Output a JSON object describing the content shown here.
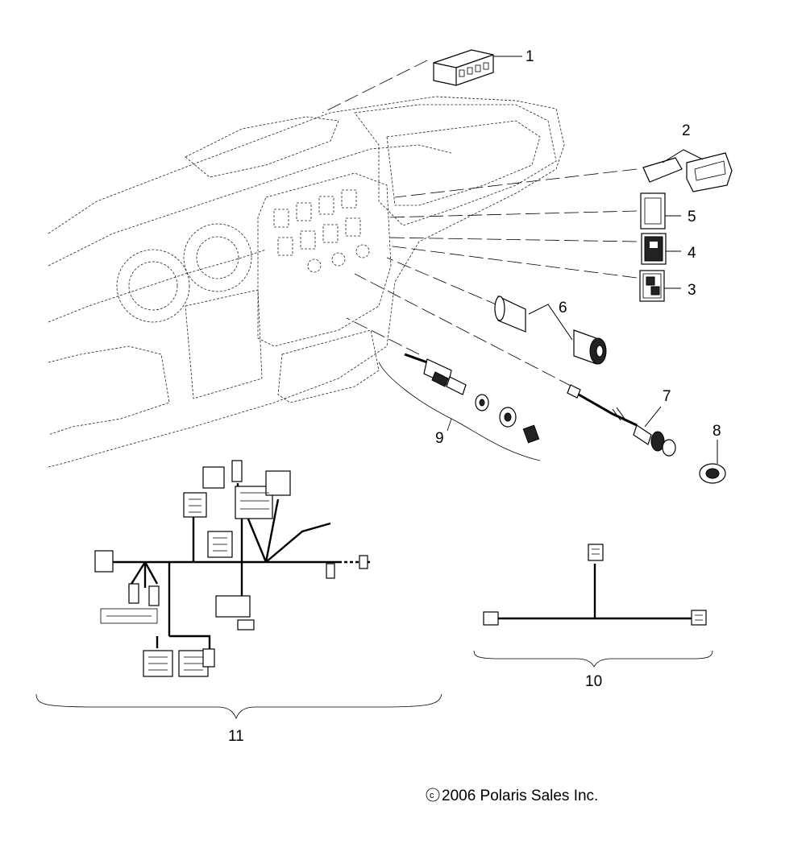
{
  "callouts": {
    "c1": "1",
    "c2": "2",
    "c3": "3",
    "c4": "4",
    "c5": "5",
    "c6": "6",
    "c7": "7",
    "c8": "8",
    "c9": "9",
    "c10": "10",
    "c11": "11"
  },
  "copyright": "2006 Polaris Sales Inc.",
  "copyright_symbol": "c"
}
